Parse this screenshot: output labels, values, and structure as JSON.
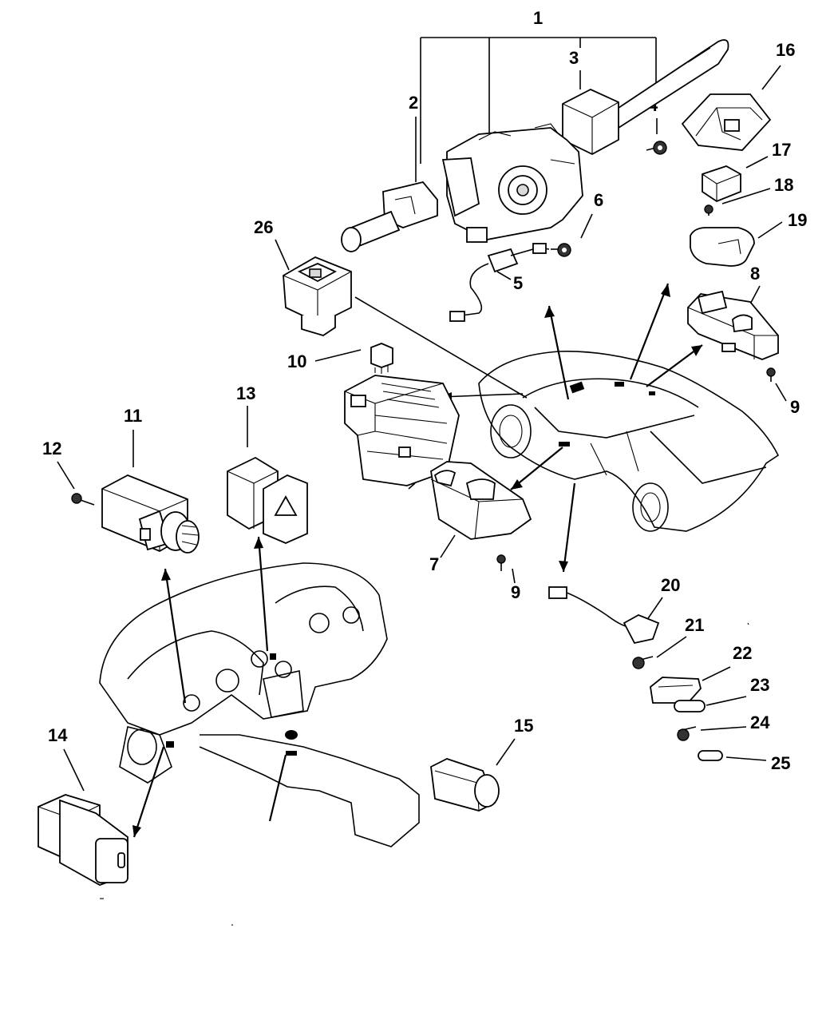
{
  "callouts": {
    "c1": "1",
    "c2": "2",
    "c3": "3",
    "c4": "4",
    "c5": "5",
    "c6": "6",
    "c7": "7",
    "c8": "8",
    "c9a": "9",
    "c9b": "9",
    "c10": "10",
    "c11": "11",
    "c12": "12",
    "c13": "13",
    "c14": "14",
    "c15": "15",
    "c16": "16",
    "c17": "17",
    "c18": "18",
    "c19": "19",
    "c20": "20",
    "c21": "21",
    "c22": "22",
    "c23": "23",
    "c24": "24",
    "c25": "25",
    "c26": "26"
  }
}
